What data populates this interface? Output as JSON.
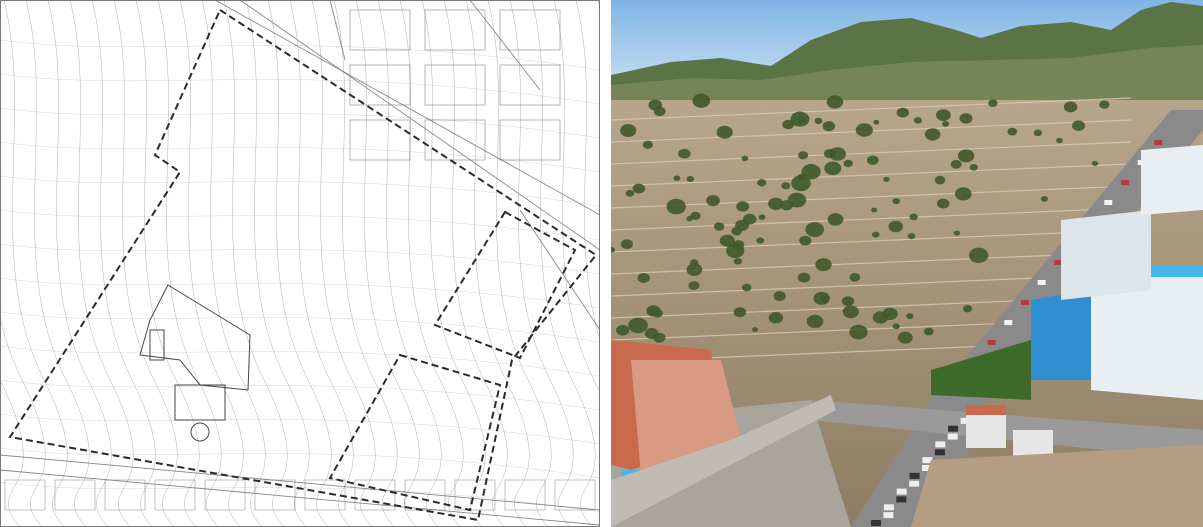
{
  "figure": {
    "left_panel": {
      "kind": "cadastral-topographic-plan",
      "line_color": "#6b6b6b",
      "boundary_color": "#2a2a2a",
      "boundary_style": "dashed"
    },
    "right_panel": {
      "kind": "oblique-aerial-photo",
      "colors": {
        "sky": "#cfe4f5",
        "mountain": "#4f6a3c",
        "terrain": "#a8957a",
        "vegetation": "#3f5a2b",
        "road": "#7c7c7c",
        "building_blue": "#2f8fd0",
        "building_white": "#e9eef2",
        "building_orange": "#c96a4c",
        "pool": "#46b7e8"
      }
    }
  }
}
